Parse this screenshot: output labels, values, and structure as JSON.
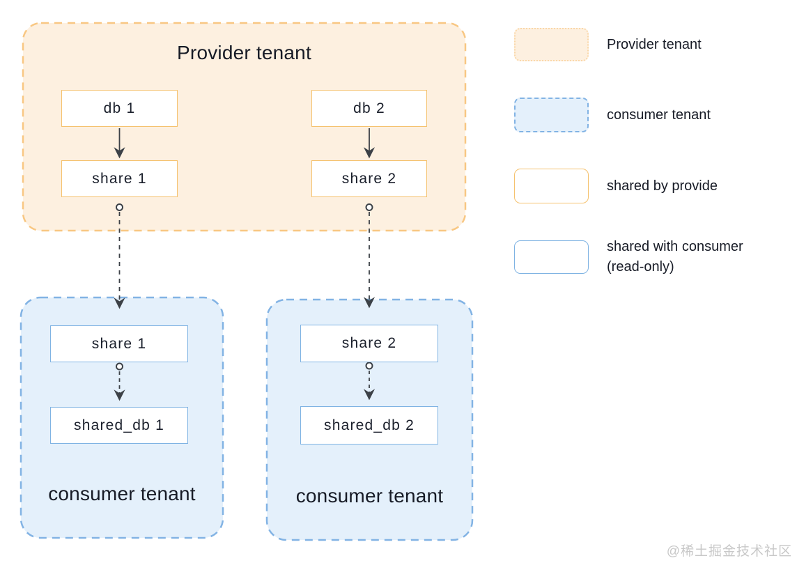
{
  "provider": {
    "title": "Provider tenant",
    "db1": "db 1",
    "db2": "db 2",
    "share1": "share 1",
    "share2": "share 2"
  },
  "consumer1": {
    "share": "share 1",
    "shared_db": "shared_db 1",
    "label": "consumer tenant"
  },
  "consumer2": {
    "share": "share 2",
    "shared_db": "shared_db 2",
    "label": "consumer tenant"
  },
  "legend": {
    "provider_tenant": "Provider tenant",
    "consumer_tenant": "consumer tenant",
    "shared_by_provider": "shared by provide",
    "shared_with_consumer": "shared with consumer (read-only)"
  },
  "watermark": "@稀土掘金技术社区",
  "colors": {
    "provider_fill": "#FDF0E0",
    "provider_dashed_border": "#F8C783",
    "provider_node_border": "#F5C26F",
    "consumer_fill": "#E4F0FB",
    "consumer_dashed_border": "#82B3E4",
    "consumer_node_border": "#7FB3E3",
    "arrow": "#3C4147",
    "text": "#171B26",
    "watermark_text": "#C8C8C8"
  }
}
